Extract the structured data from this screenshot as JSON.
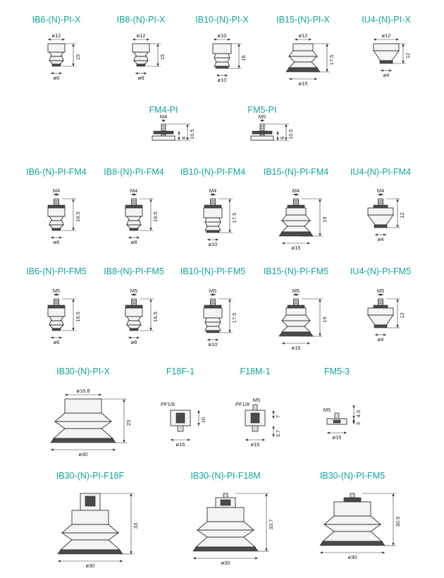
{
  "rows": [
    [
      {
        "title": "IB6-(N)-PI-X",
        "type": "cup",
        "mount": "x",
        "top": "ø12",
        "height": "15",
        "bottom": "ø6"
      },
      {
        "title": "IB8-(N)-PI-X",
        "type": "cup",
        "mount": "x",
        "top": "ø12",
        "height": "15",
        "bottom": "ø8"
      },
      {
        "title": "IB10-(N)-PI-X",
        "type": "bellows",
        "mount": "x",
        "top": "ø10",
        "height": "16",
        "bottom": "ø10"
      },
      {
        "title": "IB15-(N)-PI-X",
        "type": "bellows2",
        "mount": "x",
        "top": "ø12",
        "height": "17.5",
        "bottom": "ø15"
      },
      {
        "title": "IU4-(N)-PI-X",
        "type": "iu",
        "mount": "x",
        "top": "ø12",
        "height": "12",
        "bottom": "ø4"
      }
    ],
    [
      {
        "title": "FM4-PI",
        "type": "fm",
        "thread": "M4",
        "h1": "6",
        "h2": "10.5"
      },
      {
        "title": "FM5-PI",
        "type": "fm",
        "thread": "M5",
        "h1": "6",
        "h2": "10.5"
      }
    ],
    [
      {
        "title": "IB6-(N)-PI-FM4",
        "type": "cup",
        "mount": "fm",
        "thread": "M4",
        "height": "16.5",
        "bottom": "ø6"
      },
      {
        "title": "IB8-(N)-PI-FM4",
        "type": "cup",
        "mount": "fm",
        "thread": "M4",
        "height": "16.5",
        "bottom": "ø8"
      },
      {
        "title": "IB10-(N)-PI-FM4",
        "type": "bellows",
        "mount": "fm",
        "thread": "M4",
        "height": "17.5",
        "bottom": "ø10"
      },
      {
        "title": "IB15-(N)-PI-FM4",
        "type": "bellows2",
        "mount": "fm",
        "thread": "M4",
        "height": "19",
        "bottom": "ø15"
      },
      {
        "title": "IU4-(N)-PI-FM4",
        "type": "iu",
        "mount": "fm",
        "thread": "M4",
        "height": "12",
        "bottom": "ø4"
      }
    ],
    [
      {
        "title": "IB6-(N)-PI-FM5",
        "type": "cup",
        "mount": "fm",
        "thread": "M5",
        "height": "16.5",
        "bottom": "ø6"
      },
      {
        "title": "IB8-(N)-PI-FM5",
        "type": "cup",
        "mount": "fm",
        "thread": "M5",
        "height": "16.5",
        "bottom": "ø8"
      },
      {
        "title": "IB10-(N)-PI-FM5",
        "type": "bellows",
        "mount": "fm",
        "thread": "M5",
        "height": "17.5",
        "bottom": "ø10"
      },
      {
        "title": "IB15-(N)-PI-FM5",
        "type": "bellows2",
        "mount": "fm",
        "thread": "M5",
        "height": "19",
        "bottom": "ø15"
      },
      {
        "title": "IU4-(N)-PI-FM5",
        "type": "iu",
        "mount": "fm",
        "thread": "M5",
        "height": "12",
        "bottom": "ø4"
      }
    ],
    [
      {
        "title": "IB30-(N)-PI-X",
        "type": "big",
        "mount": "x",
        "top": "ø16.8",
        "height": "23",
        "bottom": "ø30"
      },
      {
        "title": "F18F-1",
        "type": "f18f",
        "port": "PF1/8",
        "height": "10",
        "bottom": "ø16"
      },
      {
        "title": "F18M-1",
        "type": "f18m",
        "port": "PF1/8",
        "thread": "M5",
        "h1": "7",
        "h2": "3.7",
        "bottom": "ø16"
      },
      {
        "title": "FM5-3",
        "type": "fm53",
        "thread": "M5",
        "h1": "4.5",
        "h2": "3",
        "bottom": "ø15"
      }
    ],
    [
      {
        "title": "IB30-(N)-PI-F18F",
        "type": "big",
        "mount": "f18f",
        "height": "33",
        "bottom": "ø30"
      },
      {
        "title": "IB30-(N)-PI-F18M",
        "type": "big",
        "mount": "f18m",
        "height": "33.7",
        "bottom": "ø30"
      },
      {
        "title": "IB30-(N)-PI-FM5",
        "type": "big",
        "mount": "fm5",
        "height": "30.5",
        "bottom": "ø30"
      }
    ]
  ]
}
